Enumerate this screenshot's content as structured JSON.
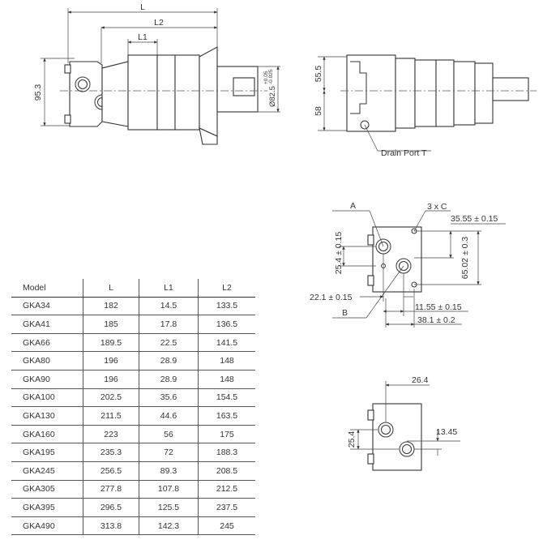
{
  "front_view": {
    "dim_L": "L",
    "dim_L2": "L2",
    "dim_L1": "L1",
    "dim_height": "95.3",
    "dim_shaft_dia": "Ø82.5",
    "dim_shaft_tol_upper": "+0.05",
    "dim_shaft_tol_lower": "-0.025"
  },
  "side_view": {
    "dim_upper": "55.5",
    "dim_lower": "58",
    "drain_label": "Drain Port T"
  },
  "port_view_1": {
    "label_a": "A",
    "label_b": "B",
    "label_3xc": "3 x C",
    "dim_35_55": "35.55 ± 0.15",
    "dim_65_02": "65.02 ± 0.3",
    "dim_25_4": "25.4 ± 0.15",
    "dim_22_1": "22.1 ± 0.15",
    "dim_11_55": "11.55 ± 0.15",
    "dim_38_1": "38.1 ± 0.2"
  },
  "port_view_2": {
    "dim_26_4": "26.4",
    "dim_13_45": "13.45",
    "dim_25_4": "25.4"
  },
  "table": {
    "headers": [
      "Model",
      "L",
      "L1",
      "L2"
    ],
    "rows": [
      [
        "GKA34",
        "182",
        "14.5",
        "133.5"
      ],
      [
        "GKA41",
        "185",
        "17.8",
        "136.5"
      ],
      [
        "GKA66",
        "189.5",
        "22.5",
        "141.5"
      ],
      [
        "GKA80",
        "196",
        "28.9",
        "148"
      ],
      [
        "GKA90",
        "196",
        "28.9",
        "148"
      ],
      [
        "GKA100",
        "202.5",
        "35.6",
        "154.5"
      ],
      [
        "GKA130",
        "211.5",
        "44.6",
        "163.5"
      ],
      [
        "GKA160",
        "223",
        "56",
        "175"
      ],
      [
        "GKA195",
        "235.3",
        "72",
        "188.3"
      ],
      [
        "GKA245",
        "256.5",
        "89.3",
        "208.5"
      ],
      [
        "GKA305",
        "277.8",
        "107.8",
        "212.5"
      ],
      [
        "GKA395",
        "296.5",
        "125.5",
        "237.5"
      ],
      [
        "GKA490",
        "313.8",
        "142.3",
        "245"
      ]
    ]
  }
}
